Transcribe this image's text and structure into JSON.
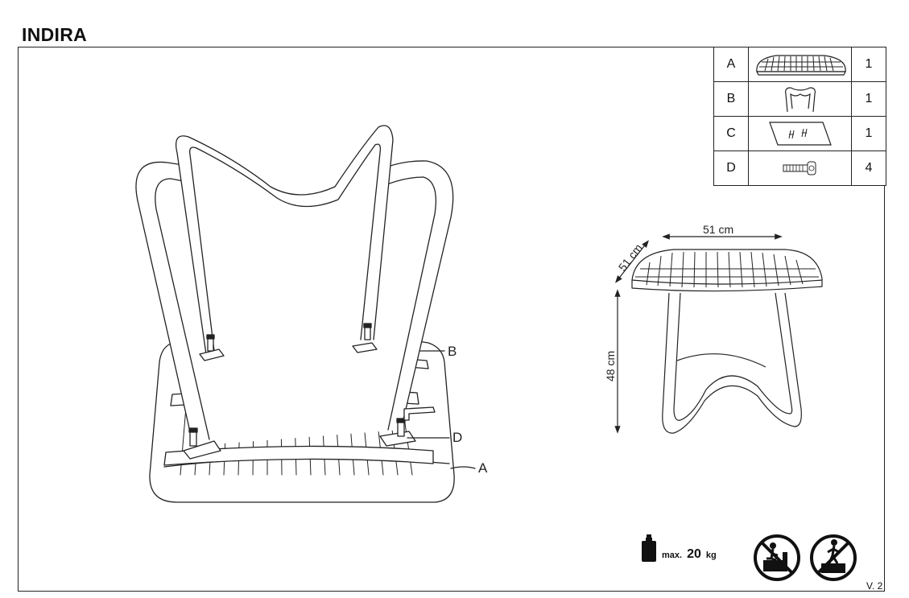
{
  "title": "INDIRA",
  "parts": [
    {
      "letter": "A",
      "icon": "seat-part-icon",
      "qty": "1"
    },
    {
      "letter": "B",
      "icon": "leg-frame-part-icon",
      "qty": "1"
    },
    {
      "letter": "C",
      "icon": "instruction-sheet-part-icon",
      "qty": "1"
    },
    {
      "letter": "D",
      "icon": "bolt-part-icon",
      "qty": "4"
    }
  ],
  "callouts": {
    "b": "B",
    "d": "D",
    "a": "A"
  },
  "dimensions": {
    "width": "51 cm",
    "depth": "51 cm",
    "height": "48 cm"
  },
  "max_load": {
    "label": "max.",
    "value": "20",
    "unit": "kg"
  },
  "version": "V. 2",
  "colors": {
    "line": "#222222",
    "paper": "#ffffff"
  }
}
